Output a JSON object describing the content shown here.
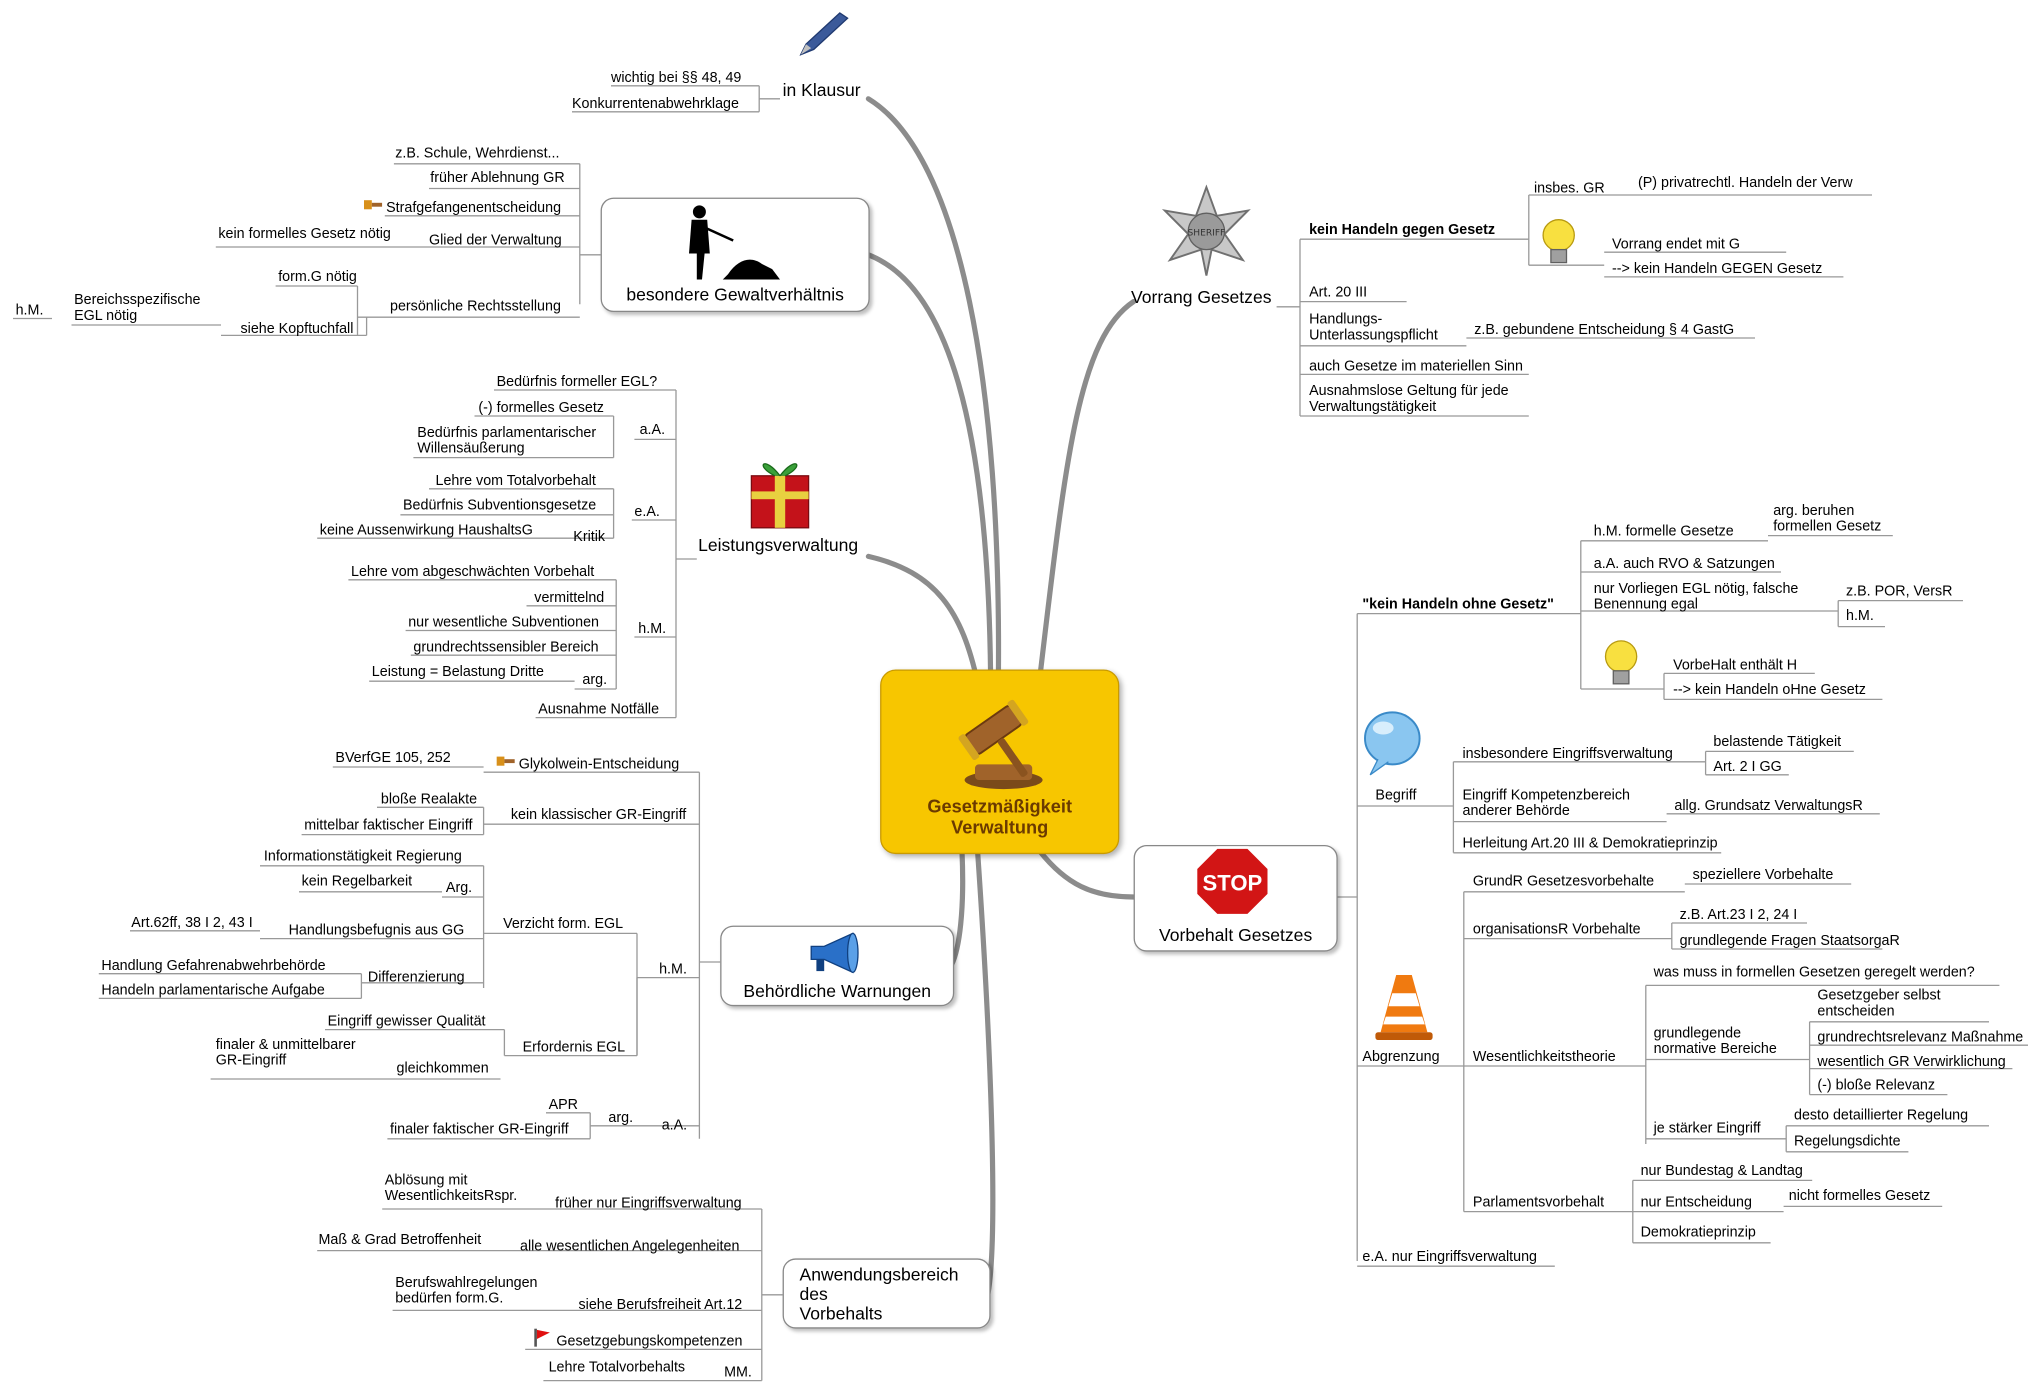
{
  "central": {
    "title": "Gesetzmäßigkeit\nVerwaltung",
    "icon": "gavel-icon"
  },
  "topics": {
    "klausur": "in Klausur",
    "gewalt": "besondere Gewaltverhältnis",
    "leistung": "Leistungsverwaltung",
    "warnungen": "Behördliche Warnungen",
    "anwendung": "Anwendungsbereich\ndes\nVorbehalts",
    "vorrang": "Vorrang Gesetzes",
    "vorbehalt": "Vorbehalt Gesetzes"
  },
  "icons": {
    "klausur": "fountain-pen-icon",
    "gewalt": "bowing-figures-icon",
    "leistung": "gift-box-icon",
    "warnungen": "megaphone-icon",
    "vorrang": "sheriff-star-icon",
    "vorbehalt": "stop-sign-icon",
    "begriff": "speech-bubble-icon",
    "abgrenzung": "traffic-cone-icon",
    "light1": "light-bulb-icon",
    "light2": "light-bulb-icon",
    "hammer1": "small-hammer-icon",
    "hammer2": "small-hammer-icon",
    "flag": "red-flag-icon",
    "sheriff_text": "SHERIFF",
    "stop_text": "STOP"
  },
  "labels": {
    "k1": "wichtig bei §§ 48, 49",
    "k2": "Konkurrentenabwehrklage",
    "g1": "z.B. Schule, Wehrdienst...",
    "g2": "früher Ablehnung GR",
    "g3": "Strafgefangenentscheidung",
    "g4": "kein formelles Gesetz nötig",
    "g5": "Glied der Verwaltung",
    "g6": "form.G nötig",
    "g7": "persönliche Rechtsstellung",
    "g8": "Bereichsspezifische\nEGL nötig",
    "g9": "h.M.",
    "g10": "siehe Kopftuchfall",
    "l1": "Bedürfnis formeller EGL?",
    "l2": "(-) formelles Gesetz",
    "l3": "Bedürfnis parlamentarischer\nWillensäußerung",
    "l4": "a.A.",
    "l5": "Lehre vom Totalvorbehalt",
    "l6": "Bedürfnis Subventionsgesetze",
    "l7": "e.A.",
    "l8": "keine Aussenwirkung HaushaltsG",
    "l9": "Kritik",
    "l10": "Lehre vom abgeschwächten Vorbehalt",
    "l11": "vermittelnd",
    "l12": "nur wesentliche Subventionen",
    "l13": "h.M.",
    "l14": "grundrechtssensibler Bereich",
    "l15": "Leistung = Belastung Dritte",
    "l16": "arg.",
    "l17": "Ausnahme Notfälle",
    "w1": "BVerfGE 105, 252",
    "w2": "Glykolwein-Entscheidung",
    "w3": "bloße Realakte",
    "w4": "kein klassischer GR-Eingriff",
    "w5": "mittelbar faktischer Eingriff",
    "w6": "Informationstätigkeit Regierung",
    "w7": "kein Regelbarkeit",
    "w8": "Arg.",
    "w9": "Verzicht form. EGL",
    "w10": "Art.62ff, 38 I 2, 43 I",
    "w11": "Handlungsbefugnis aus GG",
    "w12": "h.M.",
    "w13": "Handlung Gefahrenabwehrbehörde",
    "w14": "Differenzierung",
    "w15": "Handeln parlamentarische Aufgabe",
    "w16": "Eingriff gewisser Qualität",
    "w17": "Erfordernis EGL",
    "w18": "finaler & unmittelbarer\nGR-Eingriff",
    "w19": "gleichkommen",
    "w20": "APR",
    "w21": "arg.",
    "w22": "a.A.",
    "w23": "finaler faktischer GR-Eingriff",
    "a1": "Ablösung mit\nWesentlichkeitsRspr.",
    "a2": "früher nur Eingriffsverwaltung",
    "a3": "Maß & Grad Betroffenheit",
    "a4": "alle wesentlichen Angelegenheiten",
    "a5": "Berufswahlregelungen\nbedürfen form.G.",
    "a6": "siehe Berufsfreiheit Art.12",
    "a7": "Gesetzgebungskompetenzen",
    "a8": "Lehre Totalvorbehalts",
    "a9": "MM.",
    "v1": "insbes. GR",
    "v2": "(P) privatrechtl. Handeln der Verw",
    "v3": "kein Handeln gegen Gesetz",
    "v4": "Vorrang endet mit G",
    "v5": "--> kein Handeln GEGEN Gesetz",
    "v6": "Art. 20 III",
    "v7": "Handlungs-\nUnterlassungspflicht",
    "v8": "z.B. gebundene Entscheidung § 4 GastG",
    "v9": "auch Gesetze im materiellen Sinn",
    "v10": "Ausnahmslose Geltung für jede\nVerwaltungstätigkeit",
    "b1": "arg. beruhen\nformellen Gesetz",
    "b2": "h.M. formelle Gesetze",
    "b3": "a.A. auch RVO & Satzungen",
    "b4": "\"kein Handeln ohne Gesetz\"",
    "b5": "nur Vorliegen EGL nötig, falsche\nBenennung egal",
    "b6": "z.B. POR, VersR",
    "b7": "h.M.",
    "b8": "VorbeHalt enthält H",
    "b9": "--> kein Handeln oHne Gesetz",
    "b10": "belastende Tätigkeit",
    "b11": "insbesondere Eingriffsverwaltung",
    "b12": "Art. 2 I GG",
    "b13": "Begriff",
    "b14": "Eingriff Kompetenzbereich\nanderer Behörde",
    "b15": "allg. Grundsatz VerwaltungsR",
    "b16": "Herleitung Art.20 III & Demokratieprinzip",
    "b17": "GrundR Gesetzesvorbehalte",
    "b18": "speziellere Vorbehalte",
    "b19": "z.B. Art.23 I 2, 24 I",
    "b20": "organisationsR Vorbehalte",
    "b21": "grundlegende Fragen StaatsorgaR",
    "b22": "was muss in formellen Gesetzen geregelt werden?",
    "b23": "Gesetzgeber selbst\nentscheiden",
    "b24": "grundlegende\nnormative Bereiche",
    "b25": "grundrechtsrelevanz Maßnahme",
    "b26": "Abgrenzung",
    "b27": "Wesentlichkeitstheorie",
    "b28": "wesentlich GR Verwirklichung",
    "b29": "(-) bloße Relevanz",
    "b30": "desto detaillierter Regelung",
    "b31": "je stärker Eingriff",
    "b32": "Regelungsdichte",
    "b33": "nur Bundestag & Landtag",
    "b34": "nur Entscheidung",
    "b35": "nicht formelles Gesetz",
    "b36": "Parlamentsvorbehalt",
    "b37": "Demokratieprinzip",
    "b38": "e.A. nur Eingriffsverwaltung"
  }
}
